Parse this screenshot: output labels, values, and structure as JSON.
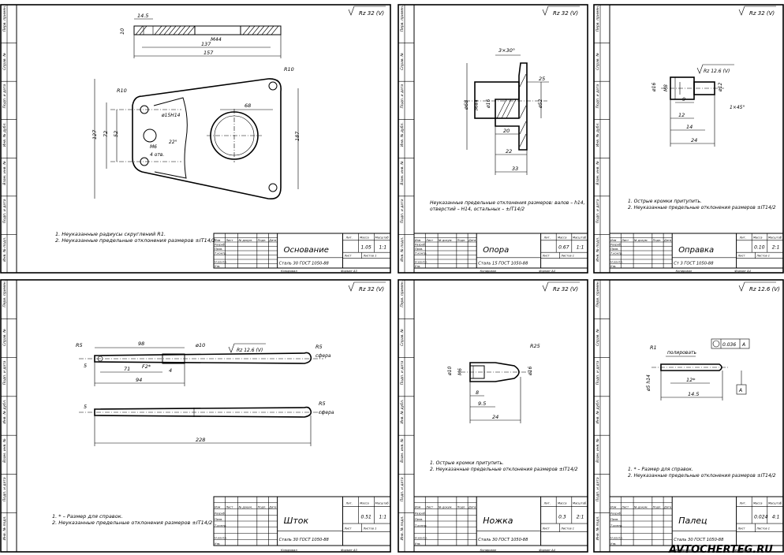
{
  "roughness": "Rz 32 (V)",
  "roughness_alt": "Rz 12.6 (V)",
  "side_labels": [
    "Перв. примен.",
    "Справ. №",
    "Подп. и дата",
    "Инв. № дубл.",
    "Взам. инв. №",
    "Подп. и дата",
    "Инв. № подл."
  ],
  "stamp_labels": {
    "izm": "Изм",
    "list": "Лист",
    "ndoc": "№ докум.",
    "podp": "Подп.",
    "data": "Дата",
    "razrab": "Разраб.",
    "prov": "Пров.",
    "tkontr": "Т.контр.",
    "nkontr": "Н.контр.",
    "utv": "Утв.",
    "lit": "Лит.",
    "massa": "Масса",
    "masshtab": "Масштаб",
    "list2": "Лист",
    "listov": "Листов 1",
    "kopiroval": "Копировал",
    "format": "Формат А4"
  },
  "sheets": [
    {
      "id": "osnovanie",
      "title": "Основание",
      "material": "Сталь 30 ГОСТ 1050-88",
      "mass": "1.05",
      "scale": "1:1",
      "format": "Формат А3",
      "notes": [
        "1. Неуказанные радиусы скруглений R1.",
        "2. Неуказанные предельные отклонения размеров ±IT14/2"
      ],
      "dims": {
        "d145": "14.5",
        "d10": "10",
        "m44": "M44",
        "d137": "137",
        "d157": "157",
        "r10a": "R10",
        "r10b": "R10",
        "d68": "68",
        "h154": "ø15H14",
        "m6": "M6",
        "holes": "4 отв.",
        "a22": "22°",
        "d52": "52",
        "d72": "72",
        "d127": "127",
        "d187": "187"
      }
    },
    {
      "id": "opora",
      "title": "Опора",
      "material": "Сталь 15 ГОСТ 1050-88",
      "mass": "0.67",
      "scale": "1:1",
      "format": "Формат А4",
      "notes": [
        "Неуказанные предельные отклонения размеров: валов – h14,",
        "отверстий – H14, остальных – ±IT14/2"
      ],
      "dims": {
        "chamfer": "3×30°",
        "d25": "25",
        "d68": "ø68",
        "m44": "M44",
        "d16": "ø16",
        "d52": "ø52",
        "d20": "20",
        "d22": "22",
        "d33": "33"
      }
    },
    {
      "id": "opravka",
      "title": "Оправка",
      "material": "Ст 3 ГОСТ 1050-88",
      "mass": "0.10",
      "scale": "2:1",
      "format": "Формат А4",
      "notes": [
        "1. Острые кромки притупить.",
        "2. Неуказанные предельные отклонения размеров ±IT14/2"
      ],
      "dims": {
        "d16": "ø16",
        "m8": "M8",
        "d12": "ø12",
        "d9": "9",
        "d12b": "12",
        "d14": "14",
        "d24": "24",
        "chamfer": "1×45°"
      }
    },
    {
      "id": "shtok",
      "title": "Шток",
      "material": "Сталь 30 ГОСТ 1050-88",
      "mass": "0.51",
      "scale": "1:1",
      "format": "Формат А3",
      "notes": [
        "1. * – Размер для справок.",
        "2. Неуказанные предельные отклонения размеров ±IT14/2"
      ],
      "dims": {
        "r5a": "R5",
        "d98": "98",
        "d10": "ø10",
        "r5b": "R5",
        "sfera1": "сфера",
        "d5": "5",
        "d71": "71",
        "f2": "F2*",
        "d4": "4",
        "d94": "94",
        "d5b": "5",
        "r5c": "R5",
        "sfera2": "сфера",
        "d228": "228"
      }
    },
    {
      "id": "nozhka",
      "title": "Ножка",
      "material": "Сталь 30 ГОСТ 1050-88",
      "mass": "0.3",
      "scale": "2:1",
      "format": "Формат А4",
      "notes": [
        "1. Острые кромки притупить.",
        "2. Неуказанные предельные отклонения размеров ±IT14/2"
      ],
      "dims": {
        "r25": "R25",
        "d10": "ø10",
        "m6": "M6",
        "d16": "ø16",
        "d8": "8",
        "d95": "9.5",
        "d24": "24"
      }
    },
    {
      "id": "palec",
      "title": "Палец",
      "material": "Сталь 30 ГОСТ 1050-88",
      "mass": "0.024",
      "scale": "4:1",
      "format": "Формат А4",
      "notes": [
        "1. * – Размер для справок.",
        "2. Неуказанные предельные отклонения размеров ±IT14/2"
      ],
      "dims": {
        "r1": "R1",
        "polirovat": "полировать",
        "tol": "0.036",
        "datum": "A",
        "d12": "12*",
        "d145": "14.5",
        "d5": "ø5 h14"
      }
    }
  ],
  "watermark": "AVTOCHERTEG.RU"
}
